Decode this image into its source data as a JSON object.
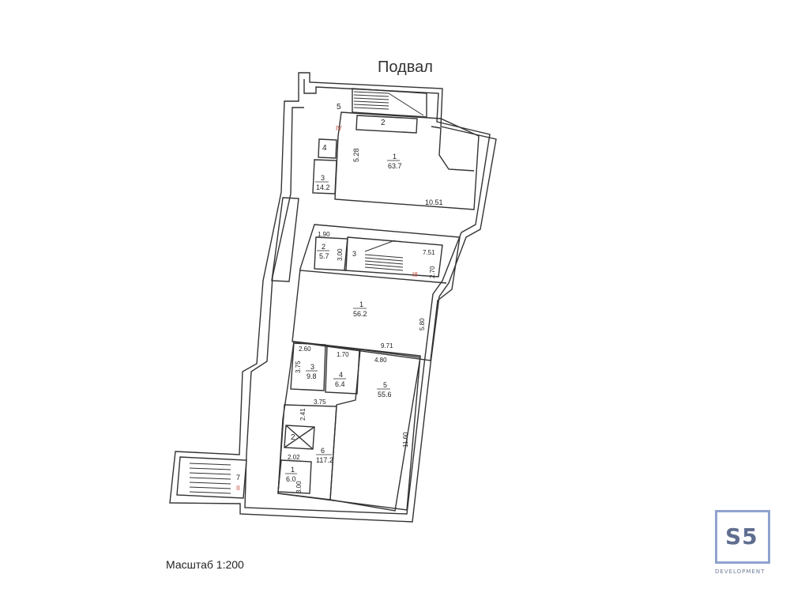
{
  "title": "Подвал",
  "scale": "Масштаб 1:200",
  "logo": {
    "mark": "S5",
    "sub": "DEVELOPMENT",
    "color": "#8fa3cf"
  },
  "labels": {
    "r5_top": "5",
    "r4_top": "4",
    "r2_top": "2",
    "stair_iv": "IV",
    "r1_top_num": "1",
    "r1_top_area": "63.7",
    "d_528": "5.28",
    "r3_top_num": "3",
    "r3_top_area": "14.2",
    "d_1051": "10.51",
    "d_190": "1.90",
    "r2_mid_num": "2",
    "r2_mid_area": "5.7",
    "d_300a": "3.00",
    "r3_mid": "3",
    "d_751": "7.51",
    "stair_iii": "III",
    "d_270": "2.70",
    "r1_mid_num": "1",
    "r1_mid_area": "56.2",
    "d_580": "5.80",
    "d_971": "9.71",
    "d_260": "2.60",
    "d_170": "1.70",
    "d_480": "4.80",
    "d_375a": "3.75",
    "r3_low_num": "3",
    "r3_low_area": "9.8",
    "r4_low_num": "4",
    "r4_low_area": "6.4",
    "r5_low_num": "5",
    "r5_low_area": "55.6",
    "d_375b": "3.75",
    "d_241": "2.41",
    "d_1160": "11.60",
    "r2_low": "2",
    "r6_num": "6",
    "r6_area": "117.2",
    "d_202": "2.02",
    "r1_low_num": "1",
    "r1_low_area": "6.0",
    "d_300b": "3.00",
    "r7": "7",
    "stair_ii": "II"
  }
}
